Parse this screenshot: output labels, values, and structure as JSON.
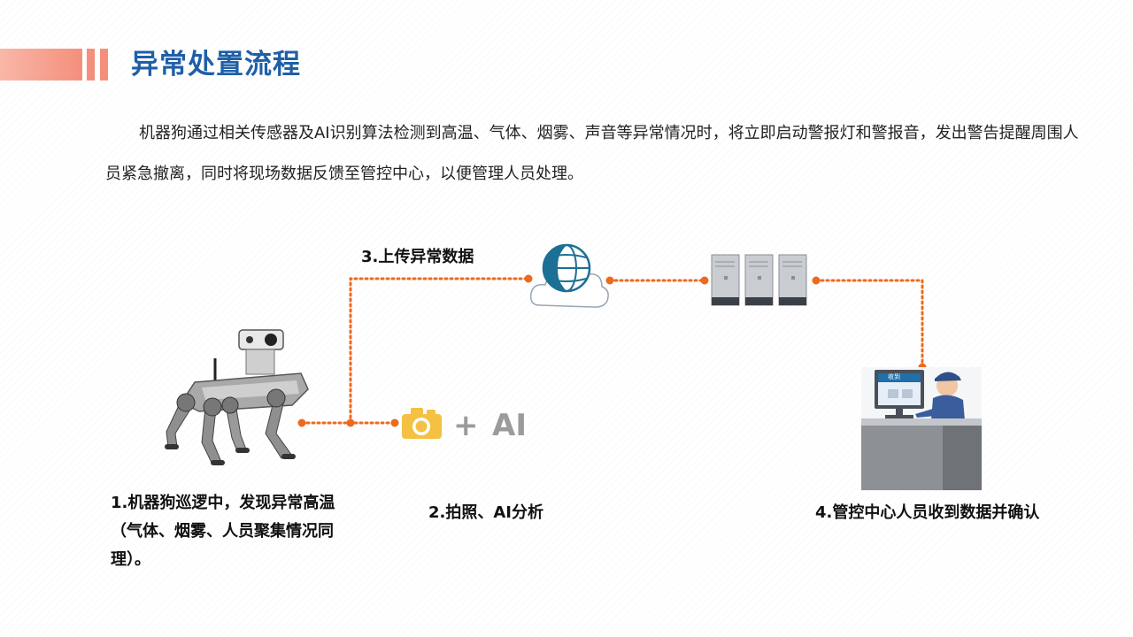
{
  "header": {
    "title": "异常处置流程"
  },
  "intro": {
    "text": "机器狗通过相关传感器及AI识别算法检测到高温、气体、烟雾、声音等异常情况时，将立即启动警报灯和警报音，发出警告提醒周围人员紧急撤离，同时将现场数据反馈至管控中心，以便管理人员处理。"
  },
  "flow": {
    "step1": "1.机器狗巡逻中，发现异常高温（气体、烟雾、人员聚集情况同理）。",
    "step2": "2.拍照、AI分析",
    "step3": "3.上传异常数据",
    "step4": "4.管控中心人员收到数据并确认",
    "plus": "+",
    "ai": "AI",
    "monitor_text": "收到"
  },
  "icons": {
    "robot": "robot-dog-icon",
    "camera": "camera-icon",
    "cloud": "cloud-globe-icon",
    "servers": "server-rack-icon",
    "operator": "operator-desk-icon"
  },
  "colors": {
    "accent": "#1f5fa8",
    "connector": "#ec6a1e",
    "title_bar": "#f48f7c",
    "camera": "#f5c143"
  }
}
